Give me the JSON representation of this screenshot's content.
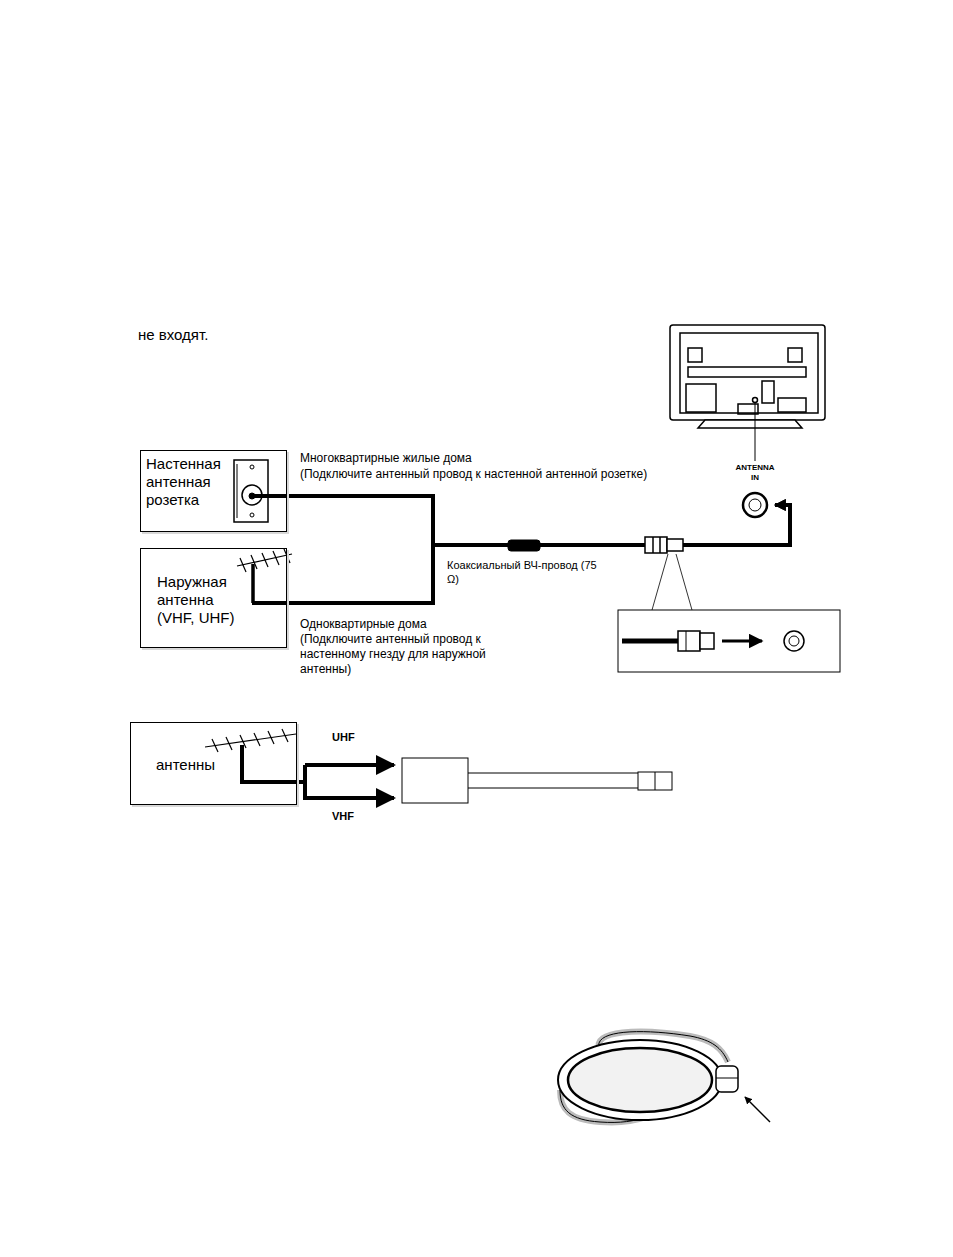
{
  "diagram": {
    "nodes": [
      {
        "text": [
          "Настенная антенная розетка"
        ]
      },
      {
        "text": [
          "Наружная антенна (VHF, UHF)"
        ]
      },
      {
        "text": [
          "антенны"
        ]
      },
      {
        "text": [
          "ANTENNA IN"
        ]
      }
    ],
    "edges": [
      {
        "from": 0,
        "to": 3,
        "arrow": "to"
      },
      {
        "from": 1,
        "to": 3,
        "arrow": "to"
      }
    ],
    "labels": [
      "не входят.",
      "Многоквартирные жилые дома",
      "(Подключите антенный провод к настенной антенной розетке)",
      "Коаксиальный ВЧ-провод (75 Ω)",
      "Одноквартирные дома",
      "(Подключите антенный провод к настенному гнезду для наружной антенны)",
      "UHF",
      "VHF"
    ]
  }
}
